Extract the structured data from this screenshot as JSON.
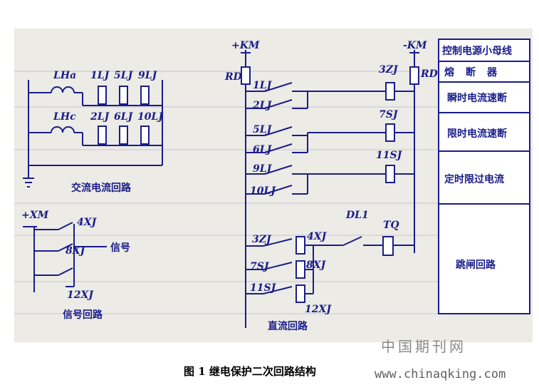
{
  "diagram": {
    "ac_circuit": {
      "title": "交流电流回路",
      "ct_a": "LHa",
      "ct_c": "LHc",
      "relays_top": [
        "1LJ",
        "5LJ",
        "9LJ"
      ],
      "relays_bottom": [
        "2LJ",
        "6LJ",
        "10LJ"
      ]
    },
    "signal_circuit": {
      "title": "信号回路",
      "bus": "+XM",
      "contacts": [
        "4XJ",
        "8XJ",
        "12XJ"
      ],
      "output": "信号"
    },
    "dc_circuit": {
      "title": "直流回路",
      "pos_bus": "+KM",
      "neg_bus": "-KM",
      "fuse_left": "RD",
      "fuse_right": "RD",
      "contacts": [
        "1LJ",
        "2LJ",
        "5LJ",
        "6LJ",
        "9LJ",
        "10LJ"
      ],
      "relays": [
        "3ZJ",
        "7SJ",
        "11SJ"
      ],
      "breaker_contact": "DL1",
      "trip_coil": "TQ",
      "trip_contacts": [
        "3ZJ",
        "7SJ",
        "11SJ"
      ],
      "signal_coils": [
        "4XJ",
        "8XJ",
        "12XJ"
      ]
    },
    "legend_table": {
      "rows": [
        "控制电源小母线",
        "熔断器",
        "瞬时电流速断",
        "限时电流速断",
        "定时限过电流",
        "跳闸回路"
      ]
    }
  },
  "caption": "图 1 继电保护二次回路结构",
  "watermark_cn": "中国期刊网",
  "watermark_url": "www.chinaqking.com"
}
